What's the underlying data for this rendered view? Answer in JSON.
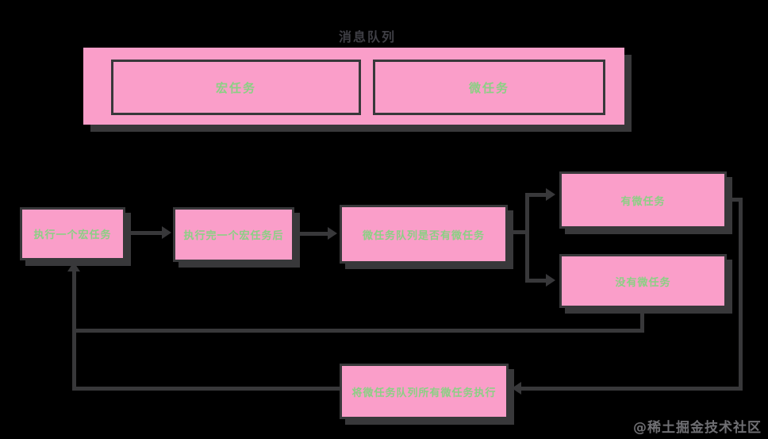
{
  "diagram": {
    "title": "消息队列",
    "queue": {
      "macro_label": "宏任务",
      "micro_label": "微任务"
    },
    "nodes": {
      "step1": "执行一个宏任务",
      "step2": "执行完一个宏任务后",
      "decision": "微任务队列是否有微任务",
      "has_micro": "有微任务",
      "no_micro": "没有微任务",
      "run_all_micro": "将微任务队列所有微任务执行"
    },
    "colors": {
      "box_fill": "#FA9EC9",
      "text_green": "#8BD084",
      "line_dark": "#38383A",
      "background": "#000000"
    },
    "watermark": "@稀土掘金技术社区"
  }
}
